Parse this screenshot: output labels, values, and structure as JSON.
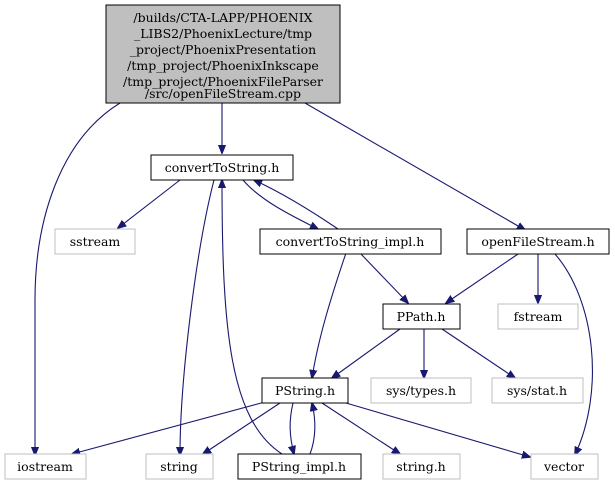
{
  "graph": {
    "colors": {
      "edge": "#191970",
      "root_fill": "#bfbfbf",
      "node_border": "#000000",
      "system_border": "#bfbfbf"
    },
    "root": {
      "lines": [
        "/builds/CTA-LAPP/PHOENIX",
        "_LIBS2/PhoenixLecture/tmp",
        "_project/PhoenixPresentation",
        "/tmp_project/PhoenixInkscape",
        "/tmp_project/PhoenixFileParser",
        "/src/openFileStream.cpp"
      ]
    },
    "nodes": {
      "convertToString_h": "convertToString.h",
      "convertToString_impl_h": "convertToString_impl.h",
      "openFileStream_h": "openFileStream.h",
      "sstream": "sstream",
      "PPath_h": "PPath.h",
      "fstream": "fstream",
      "PString_h": "PString.h",
      "sys_types_h": "sys/types.h",
      "sys_stat_h": "sys/stat.h",
      "iostream": "iostream",
      "string": "string",
      "PString_impl_h": "PString_impl.h",
      "string_h": "string.h",
      "vector": "vector"
    }
  }
}
